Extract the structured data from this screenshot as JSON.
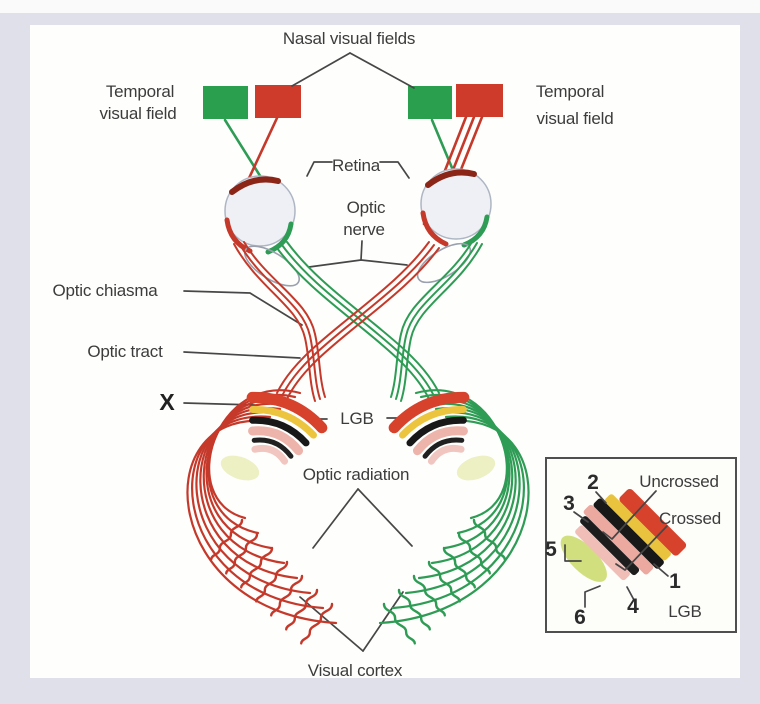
{
  "colors": {
    "background": "#e0e0eb",
    "panel": "#fefefc",
    "field_green": "#2aa04f",
    "field_red": "#cf3b2b",
    "fiber_red": "#c5392b",
    "fiber_green": "#2e9c55",
    "lgb_red": "#d7422c",
    "lgb_yellow": "#e9c33e",
    "lgb_black": "#181818",
    "lgb_pink": "#eba9a0",
    "inset_green_blob": "#c9d969"
  },
  "labels": {
    "nasal_fields": "Nasal visual fields",
    "temporal_left_line1": "Temporal",
    "temporal_left_line2": "visual field",
    "temporal_right_line1": "Temporal",
    "temporal_right_line2": "visual field",
    "retina": "Retina",
    "optic_nerve_line1": "Optic",
    "optic_nerve_line2": "nerve",
    "optic_chiasma": "Optic chiasma",
    "optic_tract": "Optic tract",
    "x_marker": "X",
    "lgb": "LGB",
    "optic_radiation": "Optic radiation",
    "visual_cortex": "Visual cortex"
  },
  "inset": {
    "uncrossed": "Uncrossed",
    "crossed": "Crossed",
    "lgb": "LGB",
    "layers": {
      "l1": "1",
      "l2": "2",
      "l3": "3",
      "l4": "4",
      "l5": "5",
      "l6": "6"
    }
  }
}
